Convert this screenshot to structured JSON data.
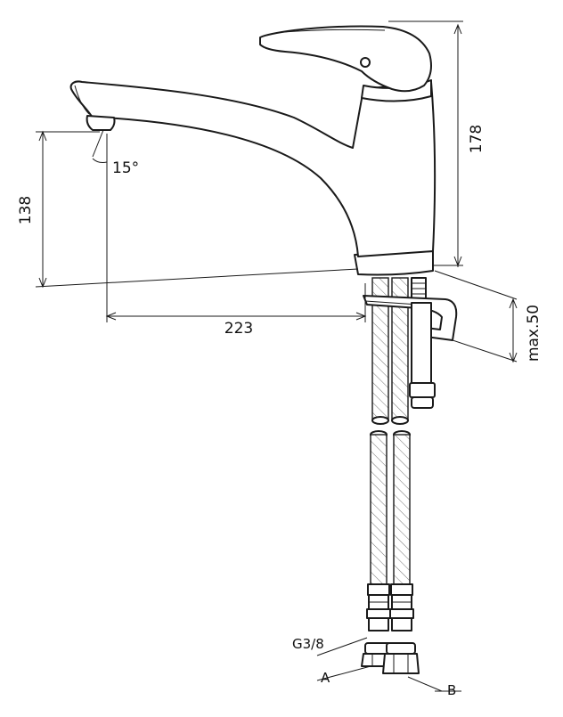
{
  "dimensions": {
    "height_spout": "138",
    "height_total": "178",
    "reach": "223",
    "angle": "15°",
    "max_thickness": "max.50"
  },
  "connections": {
    "thread": "G3/8",
    "inlet_a": "A",
    "inlet_b": "B"
  },
  "colors": {
    "line": "#1a1a1a",
    "background": "#ffffff"
  }
}
